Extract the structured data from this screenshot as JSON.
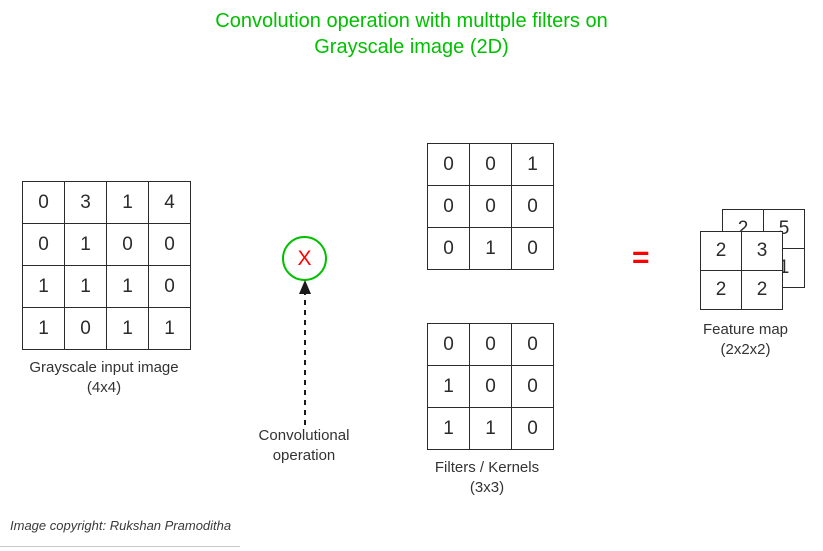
{
  "title": {
    "line1": "Convolution operation with multtple filters on",
    "line2": "Grayscale image (2D)",
    "color": "#00c000"
  },
  "input_image": {
    "caption_line1": "Grayscale input image",
    "caption_line2": "(4x4)",
    "rows": [
      [
        "0",
        "3",
        "1",
        "4"
      ],
      [
        "0",
        "1",
        "0",
        "0"
      ],
      [
        "1",
        "1",
        "1",
        "0"
      ],
      [
        "1",
        "0",
        "1",
        "1"
      ]
    ]
  },
  "filters": {
    "caption_line1": "Filters / Kernels",
    "caption_line2": "(3x3)",
    "filter1": [
      [
        "0",
        "0",
        "1"
      ],
      [
        "0",
        "0",
        "0"
      ],
      [
        "0",
        "1",
        "0"
      ]
    ],
    "filter2": [
      [
        "0",
        "0",
        "0"
      ],
      [
        "1",
        "0",
        "0"
      ],
      [
        "1",
        "1",
        "0"
      ]
    ]
  },
  "operator": {
    "symbol": "X",
    "circle_color": "#00c000",
    "symbol_color": "#fe0000",
    "caption_line1": "Convolutional",
    "caption_line2": "operation"
  },
  "equals": {
    "symbol": "=",
    "color": "#fe0000"
  },
  "feature_map": {
    "caption_line1": "Feature map",
    "caption_line2": "(2x2x2)",
    "front": [
      [
        "2",
        "3"
      ],
      [
        "2",
        "2"
      ]
    ],
    "back": [
      [
        "2",
        "5"
      ],
      [
        "",
        "1"
      ]
    ]
  },
  "footer": {
    "text": "Image copyright: Rukshan Pramoditha"
  }
}
